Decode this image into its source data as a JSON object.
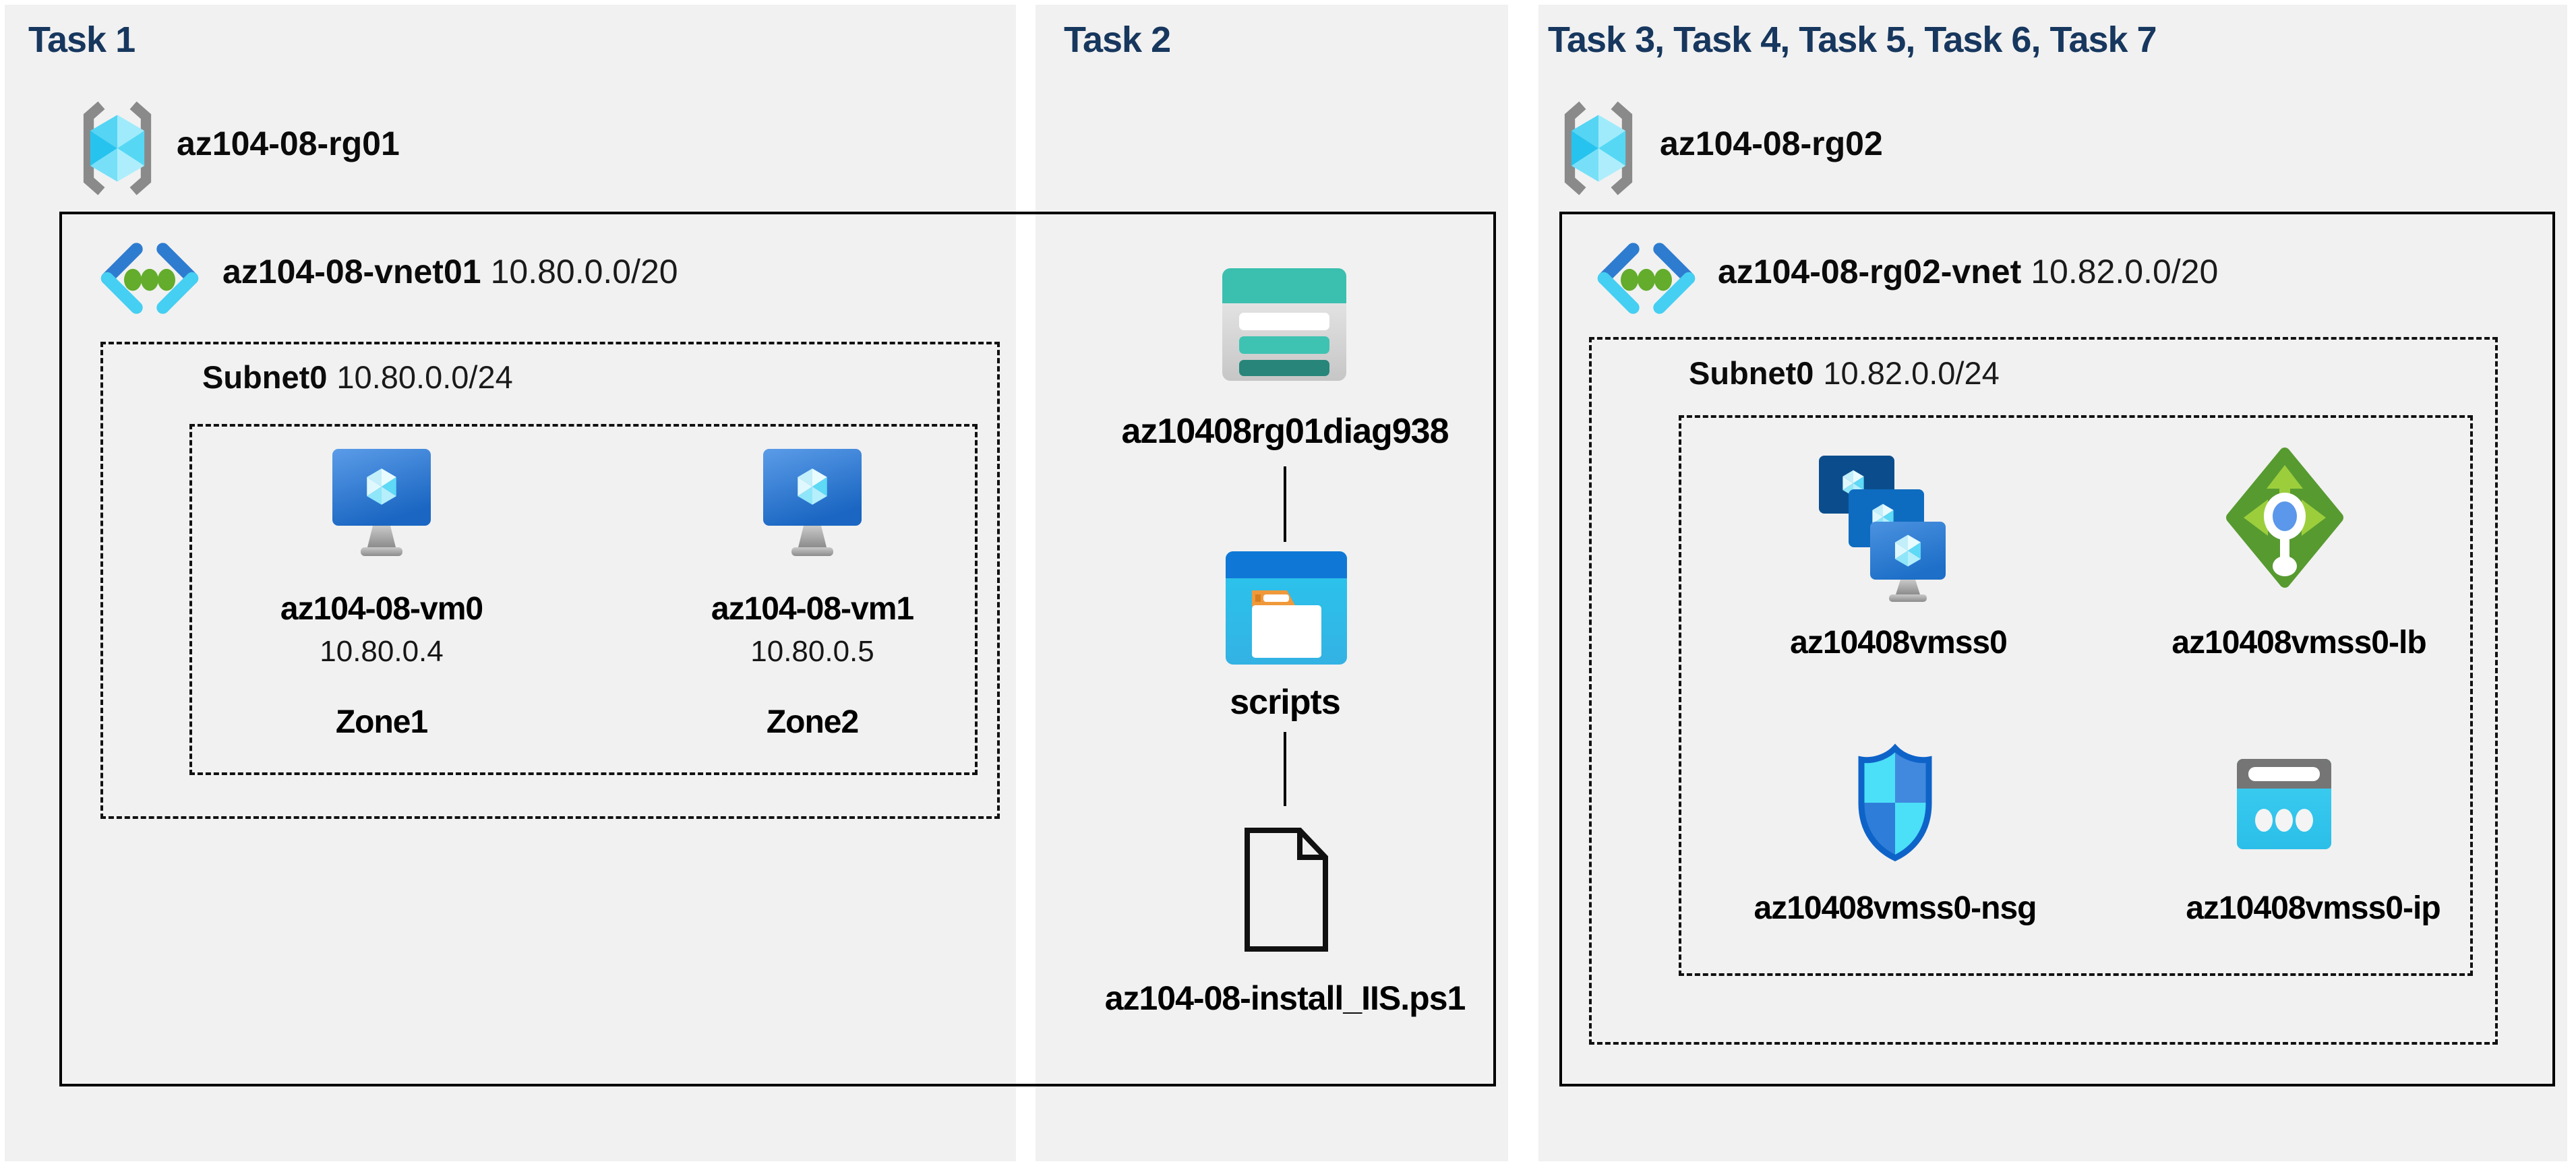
{
  "titles": {
    "task1": "Task 1",
    "task2": "Task 2",
    "task3": "Task 3, Task 4, Task 5, Task 6, Task 7"
  },
  "rg01": {
    "name": "az104-08-rg01"
  },
  "vnet01": {
    "name": "az104-08-vnet01",
    "cidr": "10.80.0.0/20"
  },
  "subnet0_rg01": {
    "name": "Subnet0",
    "cidr": "10.80.0.0/24"
  },
  "vm0": {
    "name": "az104-08-vm0",
    "ip": "10.80.0.4",
    "zone": "Zone1"
  },
  "vm1": {
    "name": "az104-08-vm1",
    "ip": "10.80.0.5",
    "zone": "Zone2"
  },
  "storage_account": {
    "name": "az10408rg01diag938"
  },
  "container": {
    "name": "scripts"
  },
  "script_file": {
    "name": "az104-08-install_IIS.ps1"
  },
  "rg02": {
    "name": "az104-08-rg02"
  },
  "vnet02": {
    "name": "az104-08-rg02-vnet",
    "cidr": "10.82.0.0/20"
  },
  "subnet0_rg02": {
    "name": "Subnet0",
    "cidr": "10.82.0.0/24"
  },
  "vmss": {
    "name": "az10408vmss0"
  },
  "load_balancer": {
    "name": "az10408vmss0-lb"
  },
  "nsg": {
    "name": "az10408vmss0-nsg"
  },
  "public_ip": {
    "name": "az10408vmss0-ip"
  },
  "colors": {
    "panel_background": "#f1f1f1",
    "title_navy": "#17375E",
    "border_black": "#000000",
    "vnet_blue": "#2E7CD0",
    "vnet_cyan": "#45CFF2",
    "vnet_green": "#63AC2C",
    "vm_blue_top": "#5B9CE8",
    "vm_blue_bottom": "#1A66C2",
    "storage_teal": "#3BBFAE",
    "storage_teal_dark": "#27857A",
    "folder_header_blue": "#0F78D7",
    "folder_body_cyan": "#2AC7EE",
    "folder_tab_orange": "#F0993B",
    "lb_green": "#579A30",
    "lb_arrow_green": "#9CCE3C",
    "nsg_border_blue": "#0E63C8",
    "nsg_cyan": "#4CDFF8",
    "nsg_blue": "#3A85DC",
    "ip_cyan": "#35C9EF",
    "ip_gray": "#757575",
    "rg_bracket_gray": "#8A8A8A"
  }
}
